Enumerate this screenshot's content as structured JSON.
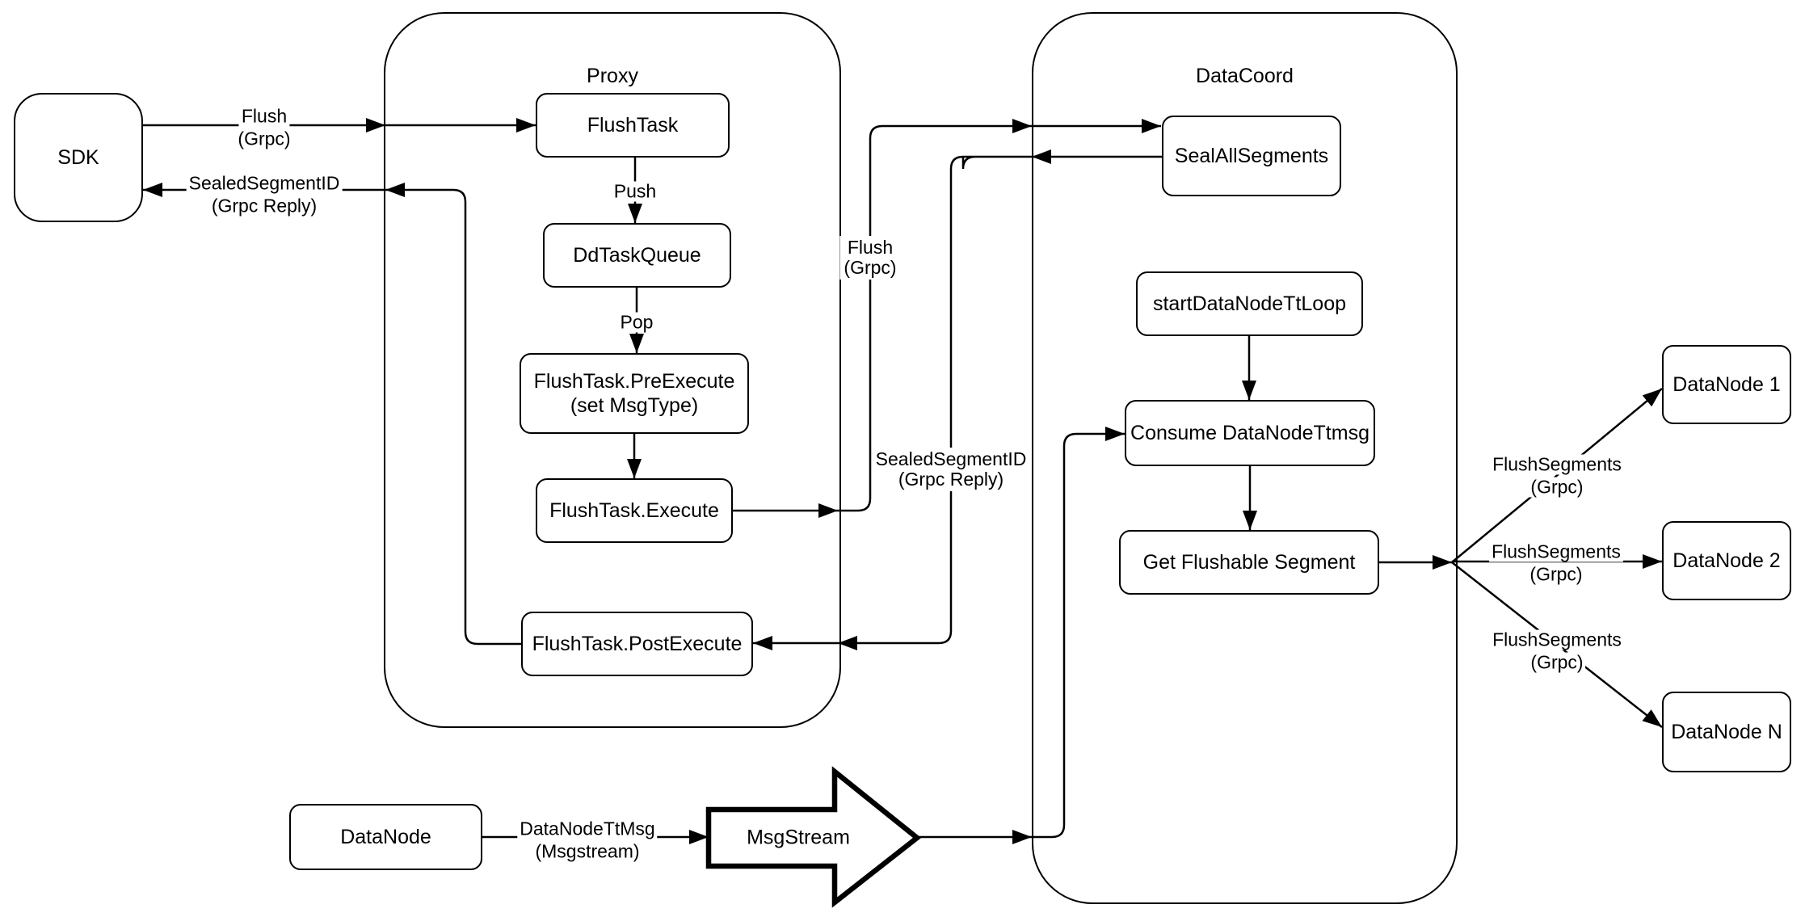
{
  "diagram": {
    "colors": {
      "stroke": "#000000",
      "fill": "#ffffff",
      "background": "#ffffff"
    },
    "containers": {
      "proxy": {
        "title": "Proxy"
      },
      "datacoord": {
        "title": "DataCoord"
      }
    },
    "nodes": {
      "sdk": {
        "label": "SDK"
      },
      "flush_task": {
        "label": "FlushTask"
      },
      "dd_task_queue": {
        "label": "DdTaskQueue"
      },
      "pre_execute": {
        "line1": "FlushTask.PreExecute",
        "line2": "(set MsgType)"
      },
      "execute": {
        "label": "FlushTask.Execute"
      },
      "post_execute": {
        "label": "FlushTask.PostExecute"
      },
      "seal_all_segments": {
        "label": "SealAllSegments"
      },
      "start_tt_loop": {
        "label": "startDataNodeTtLoop"
      },
      "consume_ttmsg": {
        "label": "Consume DataNodeTtmsg"
      },
      "get_flushable": {
        "label": "Get Flushable Segment"
      },
      "datanode_1": {
        "label": "DataNode 1"
      },
      "datanode_2": {
        "label": "DataNode 2"
      },
      "datanode_n": {
        "label": "DataNode N"
      },
      "datanode_bottom": {
        "label": "DataNode"
      },
      "msgstream": {
        "label": "MsgStream"
      }
    },
    "edge_labels": {
      "flush_sdk_proxy": {
        "line1": "Flush",
        "line2": "(Grpc)"
      },
      "sealed_proxy_sdk": {
        "line1": "SealedSegmentID",
        "line2": "(Grpc Reply)"
      },
      "push": {
        "line1": "Push"
      },
      "pop": {
        "line1": "Pop"
      },
      "flush_proxy_dc": {
        "line1": "Flush",
        "line2": "(Grpc)"
      },
      "sealed_dc_proxy": {
        "line1": "SealedSegmentID",
        "line2": "(Grpc Reply)"
      },
      "flush_segments_1": {
        "line1": "FlushSegments",
        "line2": "(Grpc)"
      },
      "flush_segments_2": {
        "line1": "FlushSegments",
        "line2": "(Grpc)"
      },
      "flush_segments_n": {
        "line1": "FlushSegments",
        "line2": "(Grpc)"
      },
      "datanode_ttmsg": {
        "line1": "DataNodeTtMsg",
        "line2": "(Msgstream)"
      }
    }
  }
}
